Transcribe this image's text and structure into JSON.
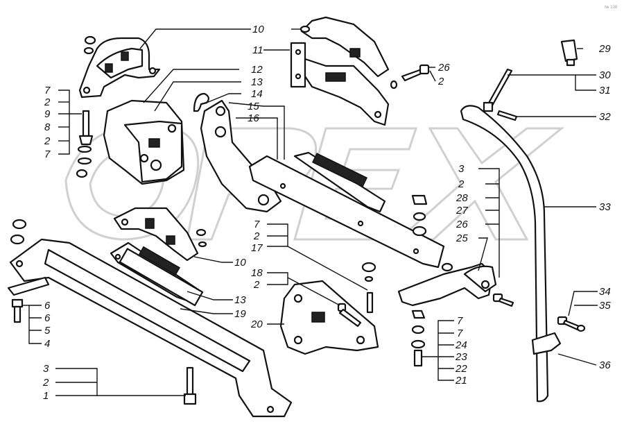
{
  "corner_mark": "№ 108",
  "watermark": "OPEX",
  "callouts": {
    "c10a": "10",
    "c11": "11",
    "c12": "12",
    "c13a": "13",
    "c14": "14",
    "c15": "15",
    "c16": "16",
    "c7a": "7",
    "c2a": "2",
    "c9": "9",
    "c8": "8",
    "c2b": "2",
    "c7b": "7",
    "c29": "29",
    "c26": "26",
    "c2c": "2",
    "c30": "30",
    "c31": "31",
    "c32": "32",
    "c3a": "3",
    "c2d": "2",
    "c28": "28",
    "c27": "27",
    "c26b": "26",
    "c25": "25",
    "c33": "33",
    "c7c": "7",
    "c2e": "2",
    "c17": "17",
    "c10b": "10",
    "c18": "18",
    "c2f": "2",
    "c13b": "13",
    "c19": "19",
    "c20": "20",
    "c6a": "6",
    "c6b": "6",
    "c5": "5",
    "c4": "4",
    "c3b": "3",
    "c2g": "2",
    "c1": "1",
    "c7d": "7",
    "c7e": "7",
    "c24": "24",
    "c23": "23",
    "c22": "22",
    "c21": "21",
    "c34": "34",
    "c35": "35",
    "c36": "36"
  }
}
